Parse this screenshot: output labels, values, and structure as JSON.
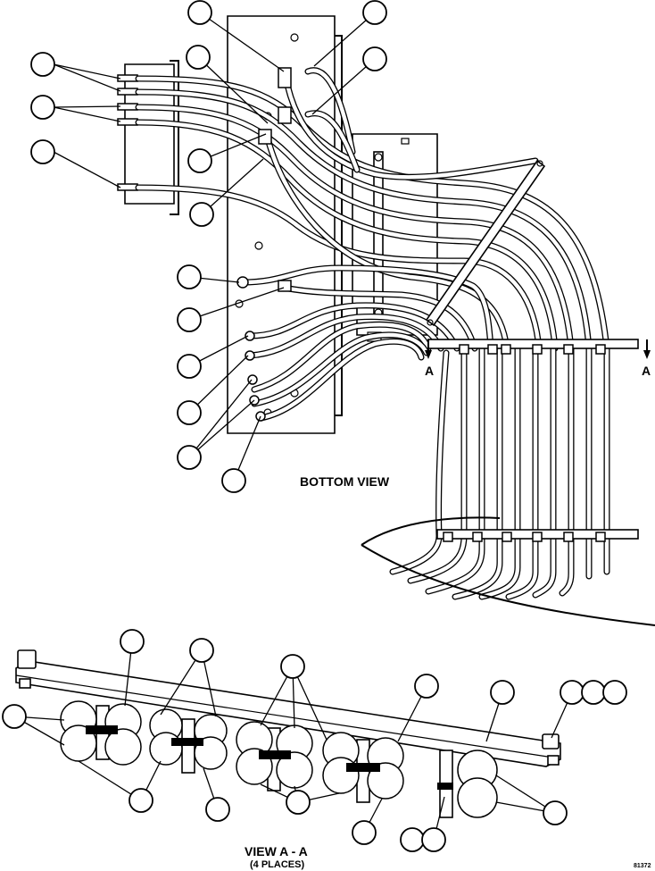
{
  "labels": {
    "bottom_view": "BOTTOM VIEW",
    "section_left": "A",
    "section_right": "A",
    "view_title": "VIEW A - A",
    "view_sub": "(4 PLACES)",
    "drawing_number": "81372"
  }
}
